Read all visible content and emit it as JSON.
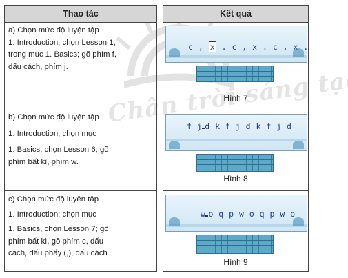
{
  "header": {
    "col1": "Thao tác",
    "col2": "Kết quả"
  },
  "watermark": {
    "text": "Chân trời sáng tạo"
  },
  "rows": [
    {
      "lines": [
        "a) Chọn mức độ luyện tập",
        "1. Introduction; chọn Lesson 1,",
        "trong mục 1. Basics; gõ phím f,",
        "dấu cách, phím j."
      ],
      "caption": "Hình 7",
      "typing": {
        "before": "c ,",
        "boxed": "x",
        "after": ". c , x . c , x ."
      }
    },
    {
      "lines": [
        "b) Chọn mức độ luyện tập",
        "1. Introduction; chọn mục",
        "1. Basics, chọn Lesson 6; gõ",
        "phím bất kì, phím w."
      ],
      "caption": "Hình 8",
      "typing": {
        "before": "f j",
        "boxed": " ",
        "after": "d k f j d k f j d"
      }
    },
    {
      "lines": [
        "c) Chọn mức độ luyện tập",
        "1. Introduction; chọn mục",
        "1. Basics, chọn Lesson 7; gõ",
        "phím bất kì, gõ phím c, dấu",
        "cách, dấu phẩy (,), dấu cách."
      ],
      "caption": "Hình 9",
      "typing": {
        "before": "w",
        "boxed": " ",
        "after": "o q p w o q p w o"
      }
    }
  ],
  "colors": {
    "header_bg": "#d6d6d6",
    "border": "#444444",
    "typing_text": "#1d3d8f",
    "screen_bg": "#cfe6f3"
  }
}
